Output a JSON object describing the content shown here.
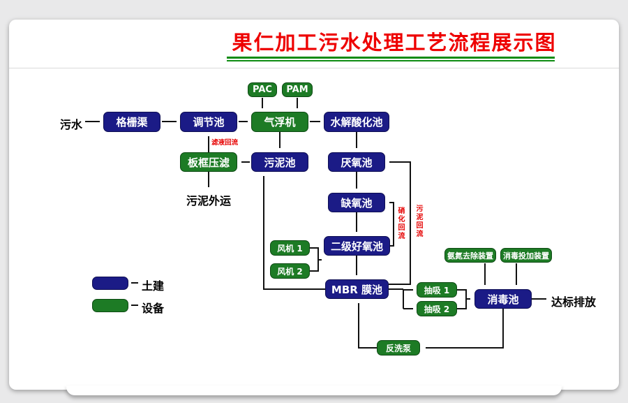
{
  "page": {
    "title": "果仁加工污水处理工艺流程展示图"
  },
  "colors": {
    "civil": "#1b1b86",
    "equipment": "#1d7b25",
    "title_red": "#ee0000",
    "underline_green": "#0e8c12",
    "annotation_red": "#e60000"
  },
  "nodes": {
    "pac": "PAC",
    "pam": "PAM",
    "grid_channel": "格栅渠",
    "regulating_tank": "调节池",
    "air_flotation": "气浮机",
    "hydrolysis_tank": "水解酸化池",
    "plate_filter": "板框压滤",
    "sludge_tank": "污泥池",
    "anaerobic_tank": "厌氧池",
    "anoxic_tank": "缺氧池",
    "aerobic_tank": "二级好氧池",
    "fan1": "风机 1",
    "fan2": "风机 2",
    "mbr_tank": "MBR 膜池",
    "suction1": "抽吸 1",
    "suction2": "抽吸 2",
    "ammonia_removal": "氨氮去除装置",
    "disinfect_dosing": "消毒投加装置",
    "disinfection_tank": "消毒池",
    "backwash_pump": "反洗泵"
  },
  "labels": {
    "inflow": "污水",
    "sludge_out": "污泥外运",
    "discharge": "达标排放"
  },
  "annotations": {
    "filtrate_reflux": "滤液回流",
    "nitrification_reflux": "硝化回流",
    "sludge_reflux": "污泥回流"
  },
  "legend": {
    "civil": "土建",
    "equipment": "设备"
  }
}
